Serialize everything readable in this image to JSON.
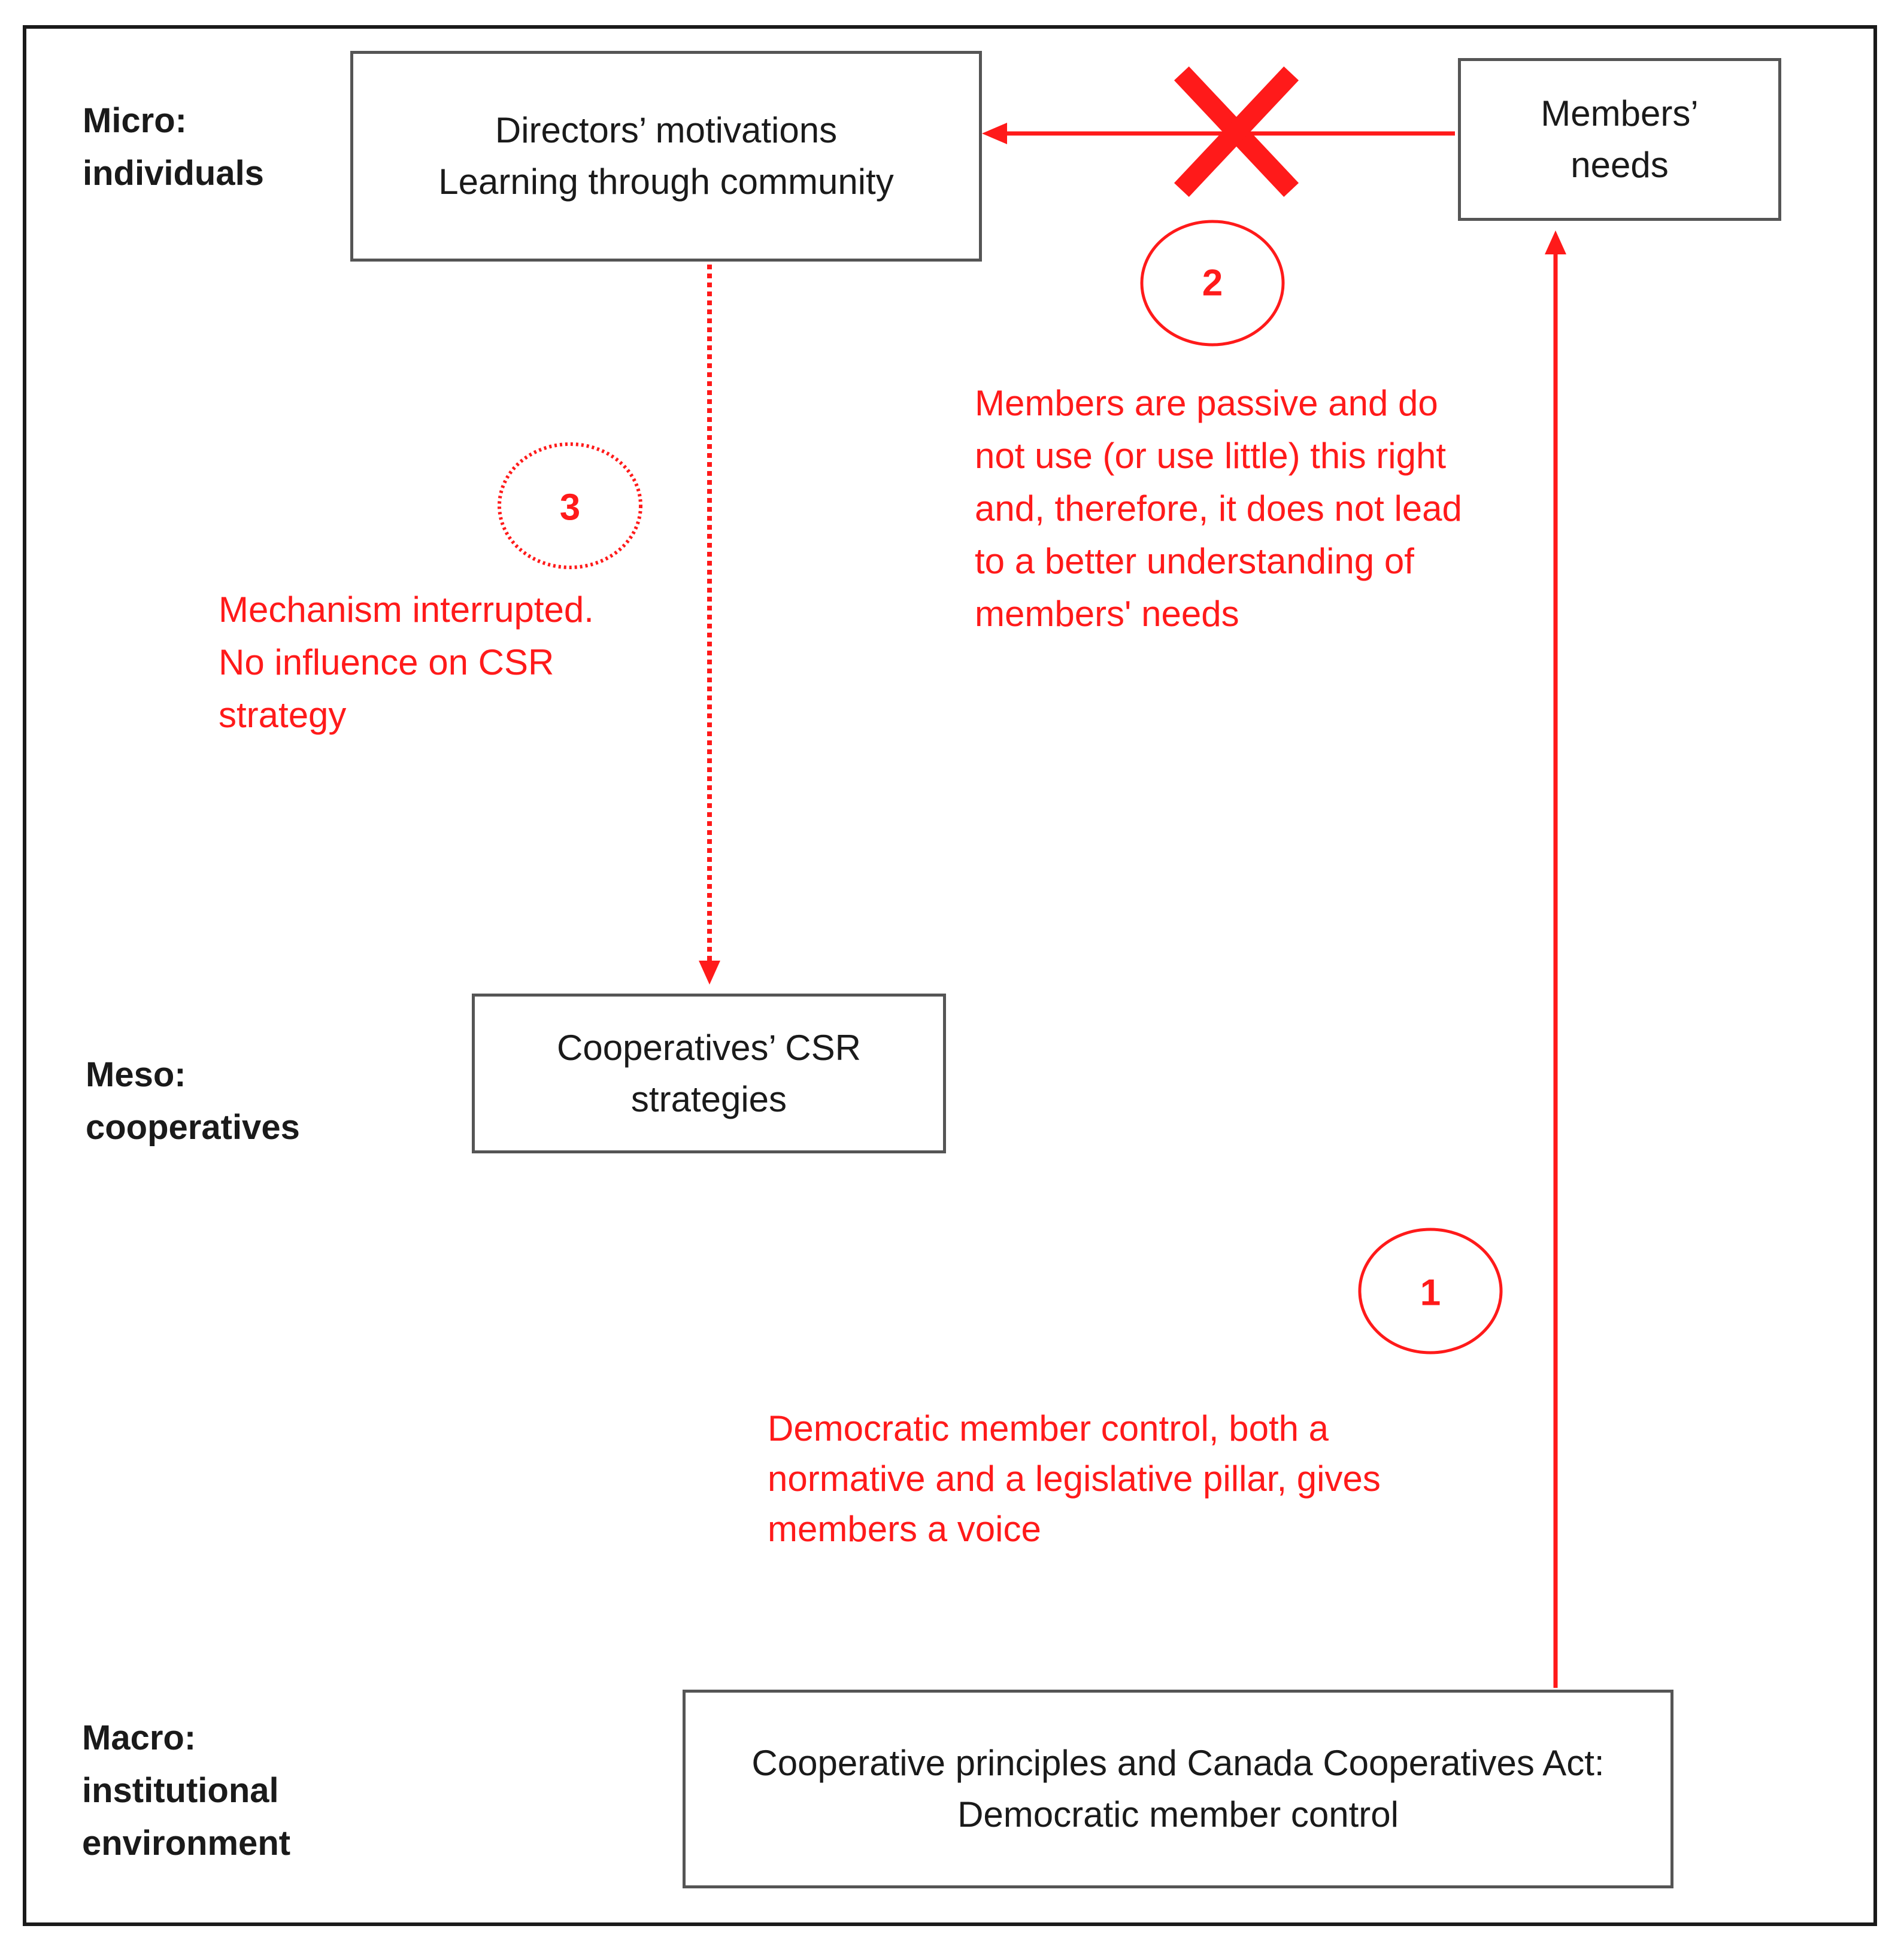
{
  "levels": {
    "micro": [
      "Micro:",
      "individuals"
    ],
    "meso": [
      "Meso:",
      "cooperatives"
    ],
    "macro": [
      "Macro:",
      "institutional",
      "environment"
    ]
  },
  "boxes": {
    "directors": [
      "Directors’ motivations",
      "Learning through community"
    ],
    "members_needs": [
      "Members’",
      "needs"
    ],
    "csr": [
      "Cooperatives’ CSR",
      "strategies"
    ],
    "principles": [
      "Cooperative principles and Canada Cooperatives Act:",
      "Democratic member control"
    ]
  },
  "markers": {
    "one": "1",
    "two": "2",
    "three": "3"
  },
  "notes": {
    "passive": [
      "Members are passive and do",
      "not use (or use little) this right",
      "and, therefore, it does not lead",
      "to a better understanding of",
      "members' needs"
    ],
    "interrupted": [
      "Mechanism interrupted.",
      "No influence on CSR",
      "strategy"
    ],
    "democratic": [
      "Democratic member control, both a",
      "normative and a legislative pillar, gives",
      "members a voice"
    ]
  },
  "colors": {
    "accent": "#ff1a1a",
    "text": "#1a1a1a",
    "border": "#555555"
  }
}
